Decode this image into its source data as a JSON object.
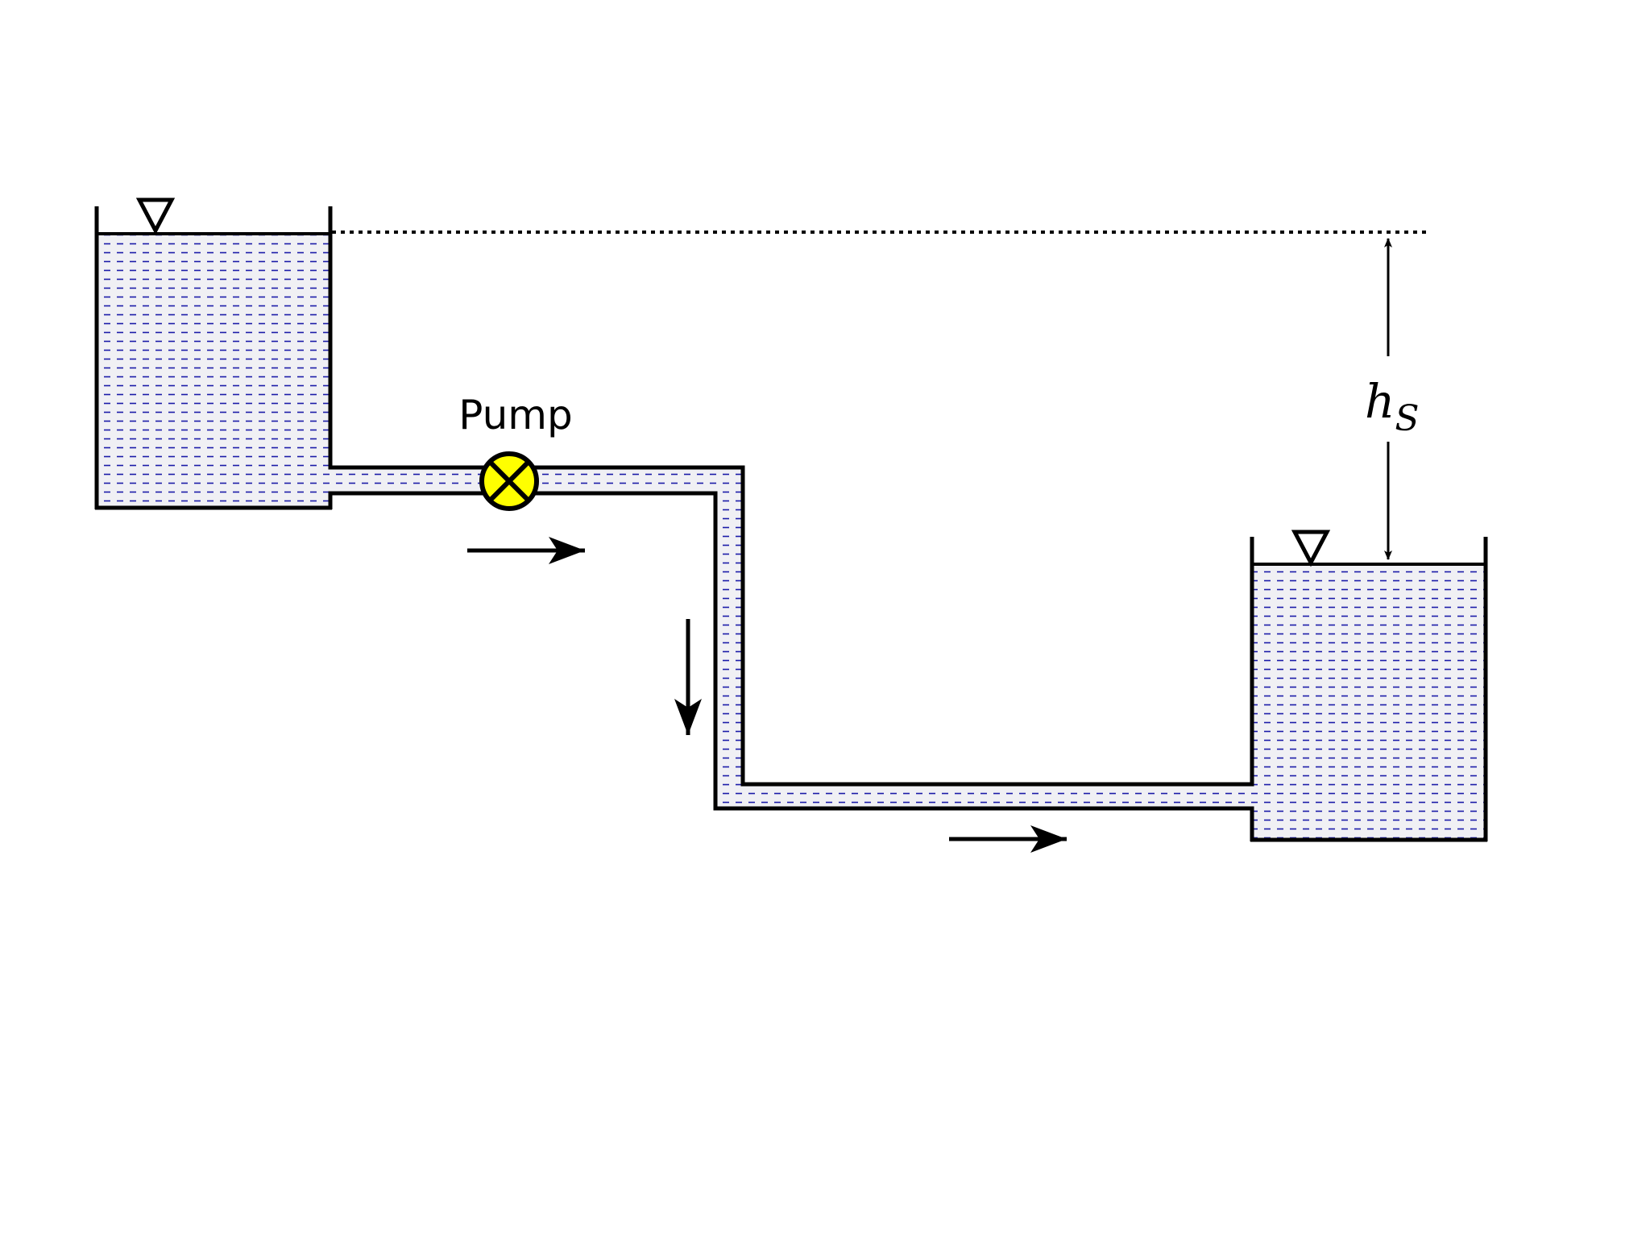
{
  "labels": {
    "pump": "Pump",
    "head_symbol": "h",
    "head_subscript": "S"
  },
  "colors": {
    "background": "#ffffff",
    "outline": "#000000",
    "water_fill": "#f0f0f4",
    "water_dash": "#1a1aa8",
    "pump_fill": "#ffff00"
  },
  "icons": {
    "pump": "circle-x-pump-icon",
    "water_level": "inverted-triangle-icon",
    "flow_direction": "arrow-icon"
  }
}
